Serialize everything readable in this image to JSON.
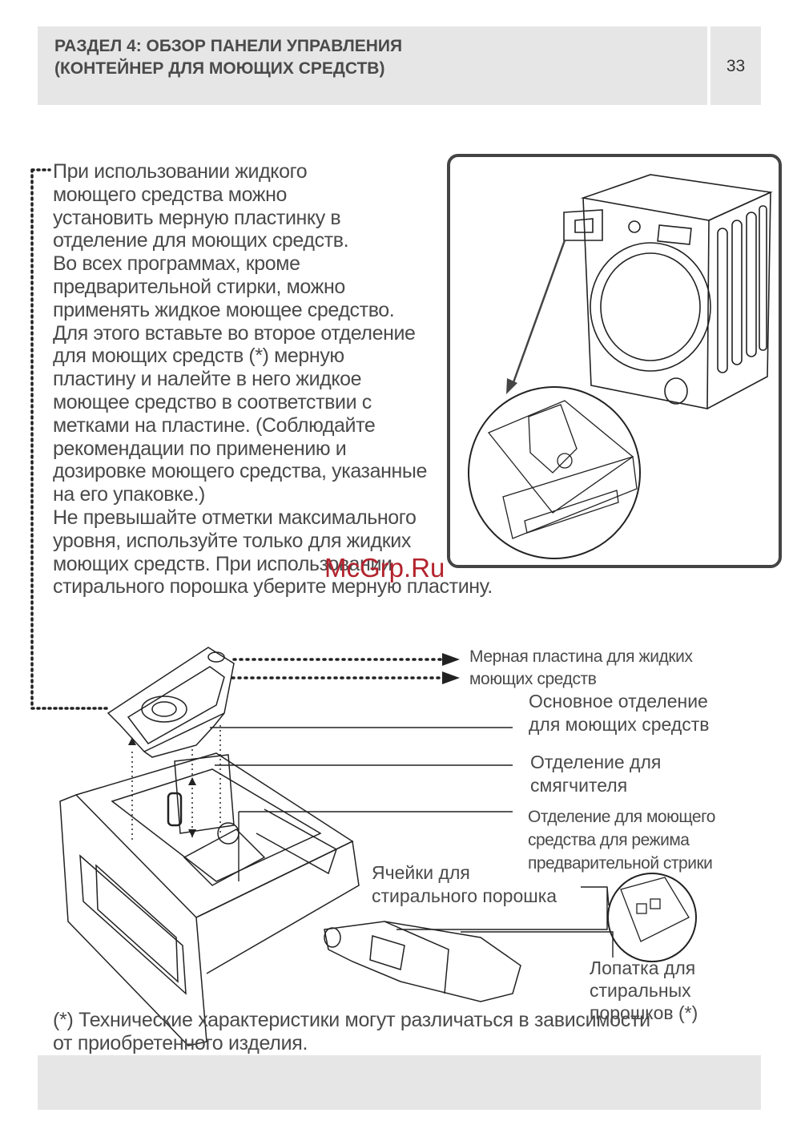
{
  "header": {
    "title_line1": "РАЗДЕЛ 4:  ОБЗОР ПАНЕЛИ УПРАВЛЕНИЯ",
    "title_line2": "(КОНТЕЙНЕР ДЛЯ МОЮЩИХ СРЕДСТВ)",
    "page_number": "33"
  },
  "body": {
    "lines": [
      "При использовании жидкого",
      "моющего средства можно",
      "установить мерную пластинку в",
      "отделение для моющих средств.",
      "Во всех программах, кроме",
      "предварительной стирки, можно",
      "применять жидкое моющее средство.",
      "Для этого вставьте во второе отделение",
      "для моющих средств (*) мерную",
      "пластину и налейте в него жидкое",
      "моющее средство в соответствии с",
      "метками на пластине. (Соблюдайте",
      "рекомендации по применению и",
      "дозировке моющего средства, указанные",
      "на его упаковке.)",
      "Не превышайте отметки максимального",
      "уровня, используйте только для жидких",
      "моющих средств. При использовании",
      "стирального порошка уберите мерную пластину."
    ]
  },
  "labels": {
    "measuring_plate": [
      "Мерная пластина для жидких",
      "моющих средств"
    ],
    "main_compartment": [
      "Основное отделение",
      "для моющих средств"
    ],
    "softener": [
      "Отделение для",
      "смягчителя"
    ],
    "prewash": [
      "Отделение для моющего",
      "средства для режима",
      "предварительной стрики"
    ],
    "powder_cells": [
      "Ячейки для",
      "стирального порошка"
    ],
    "scoop": [
      "Лопатка для",
      "стиральных",
      "порошков (*)"
    ]
  },
  "footnote": {
    "line1": "(*) Технические характеристики могут различаться в зависимости",
    "line2": "от приобретенного изделия."
  },
  "watermark": "McGrp.Ru",
  "colors": {
    "panel_gray": "#e6e6e6",
    "text": "#4a4a4a",
    "watermark": "#b3232d"
  }
}
